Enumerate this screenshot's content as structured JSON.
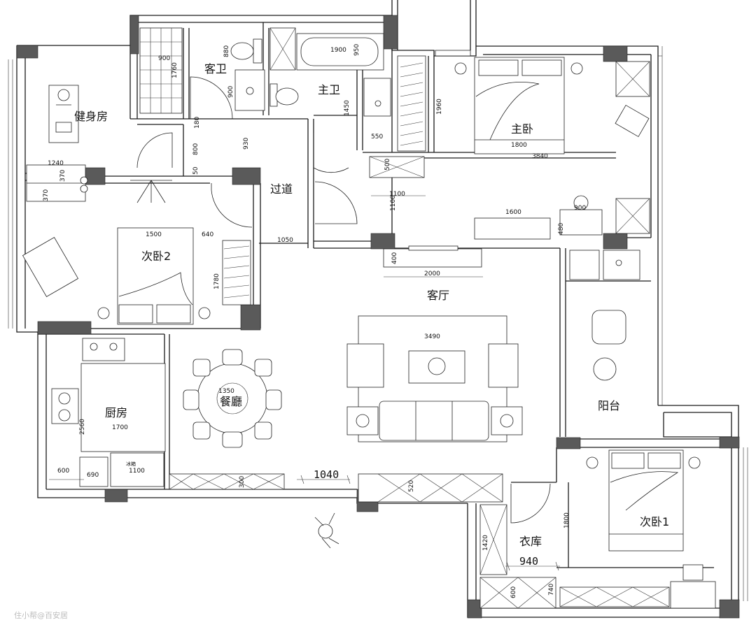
{
  "rooms": {
    "gym": "健身房",
    "guest_bath": "客卫",
    "master_bath": "主卫",
    "master_bed": "主卧",
    "corridor": "过道",
    "bed2": "次卧2",
    "living": "客厅",
    "kitchen": "厨房",
    "dining": "餐廳",
    "balcony": "阳台",
    "bed1": "次卧1",
    "closet": "衣库"
  },
  "dimensions": {
    "d1900": "1900",
    "d950": "950",
    "d880": "880",
    "d900a": "900",
    "d1760": "1760",
    "d900b": "900",
    "d1450": "1450",
    "d550": "550",
    "d1960": "1960",
    "d1800a": "1800",
    "d3840": "3840",
    "d180": "180",
    "d800": "800",
    "d930": "930",
    "d500": "500",
    "d1100a": "1100",
    "d1100b": "1100",
    "d1240": "1240",
    "d370a": "370",
    "d370b": "370",
    "d50": "50",
    "d1600": "1600",
    "d900c": "900",
    "d480": "480",
    "d1500": "1500",
    "d640": "640",
    "d1050": "1050",
    "d1780": "1780",
    "d400": "400",
    "d2000": "2000",
    "d3490": "3490",
    "d1350": "1350",
    "d2560": "2560",
    "d1700": "1700",
    "d1100c": "1100",
    "d600": "600",
    "d690": "690",
    "d300": "300",
    "d1040": "1040",
    "d520": "520",
    "d1800b": "1800",
    "d1420": "1420",
    "d940": "940",
    "d600b": "600",
    "d740": "740"
  },
  "labels": {
    "fridge": "冰箱",
    "watermark": "住小帮@百安居"
  },
  "colors": {
    "wall": "#1a1a1a",
    "pillar": "#5a5a5a",
    "background": "#ffffff"
  }
}
